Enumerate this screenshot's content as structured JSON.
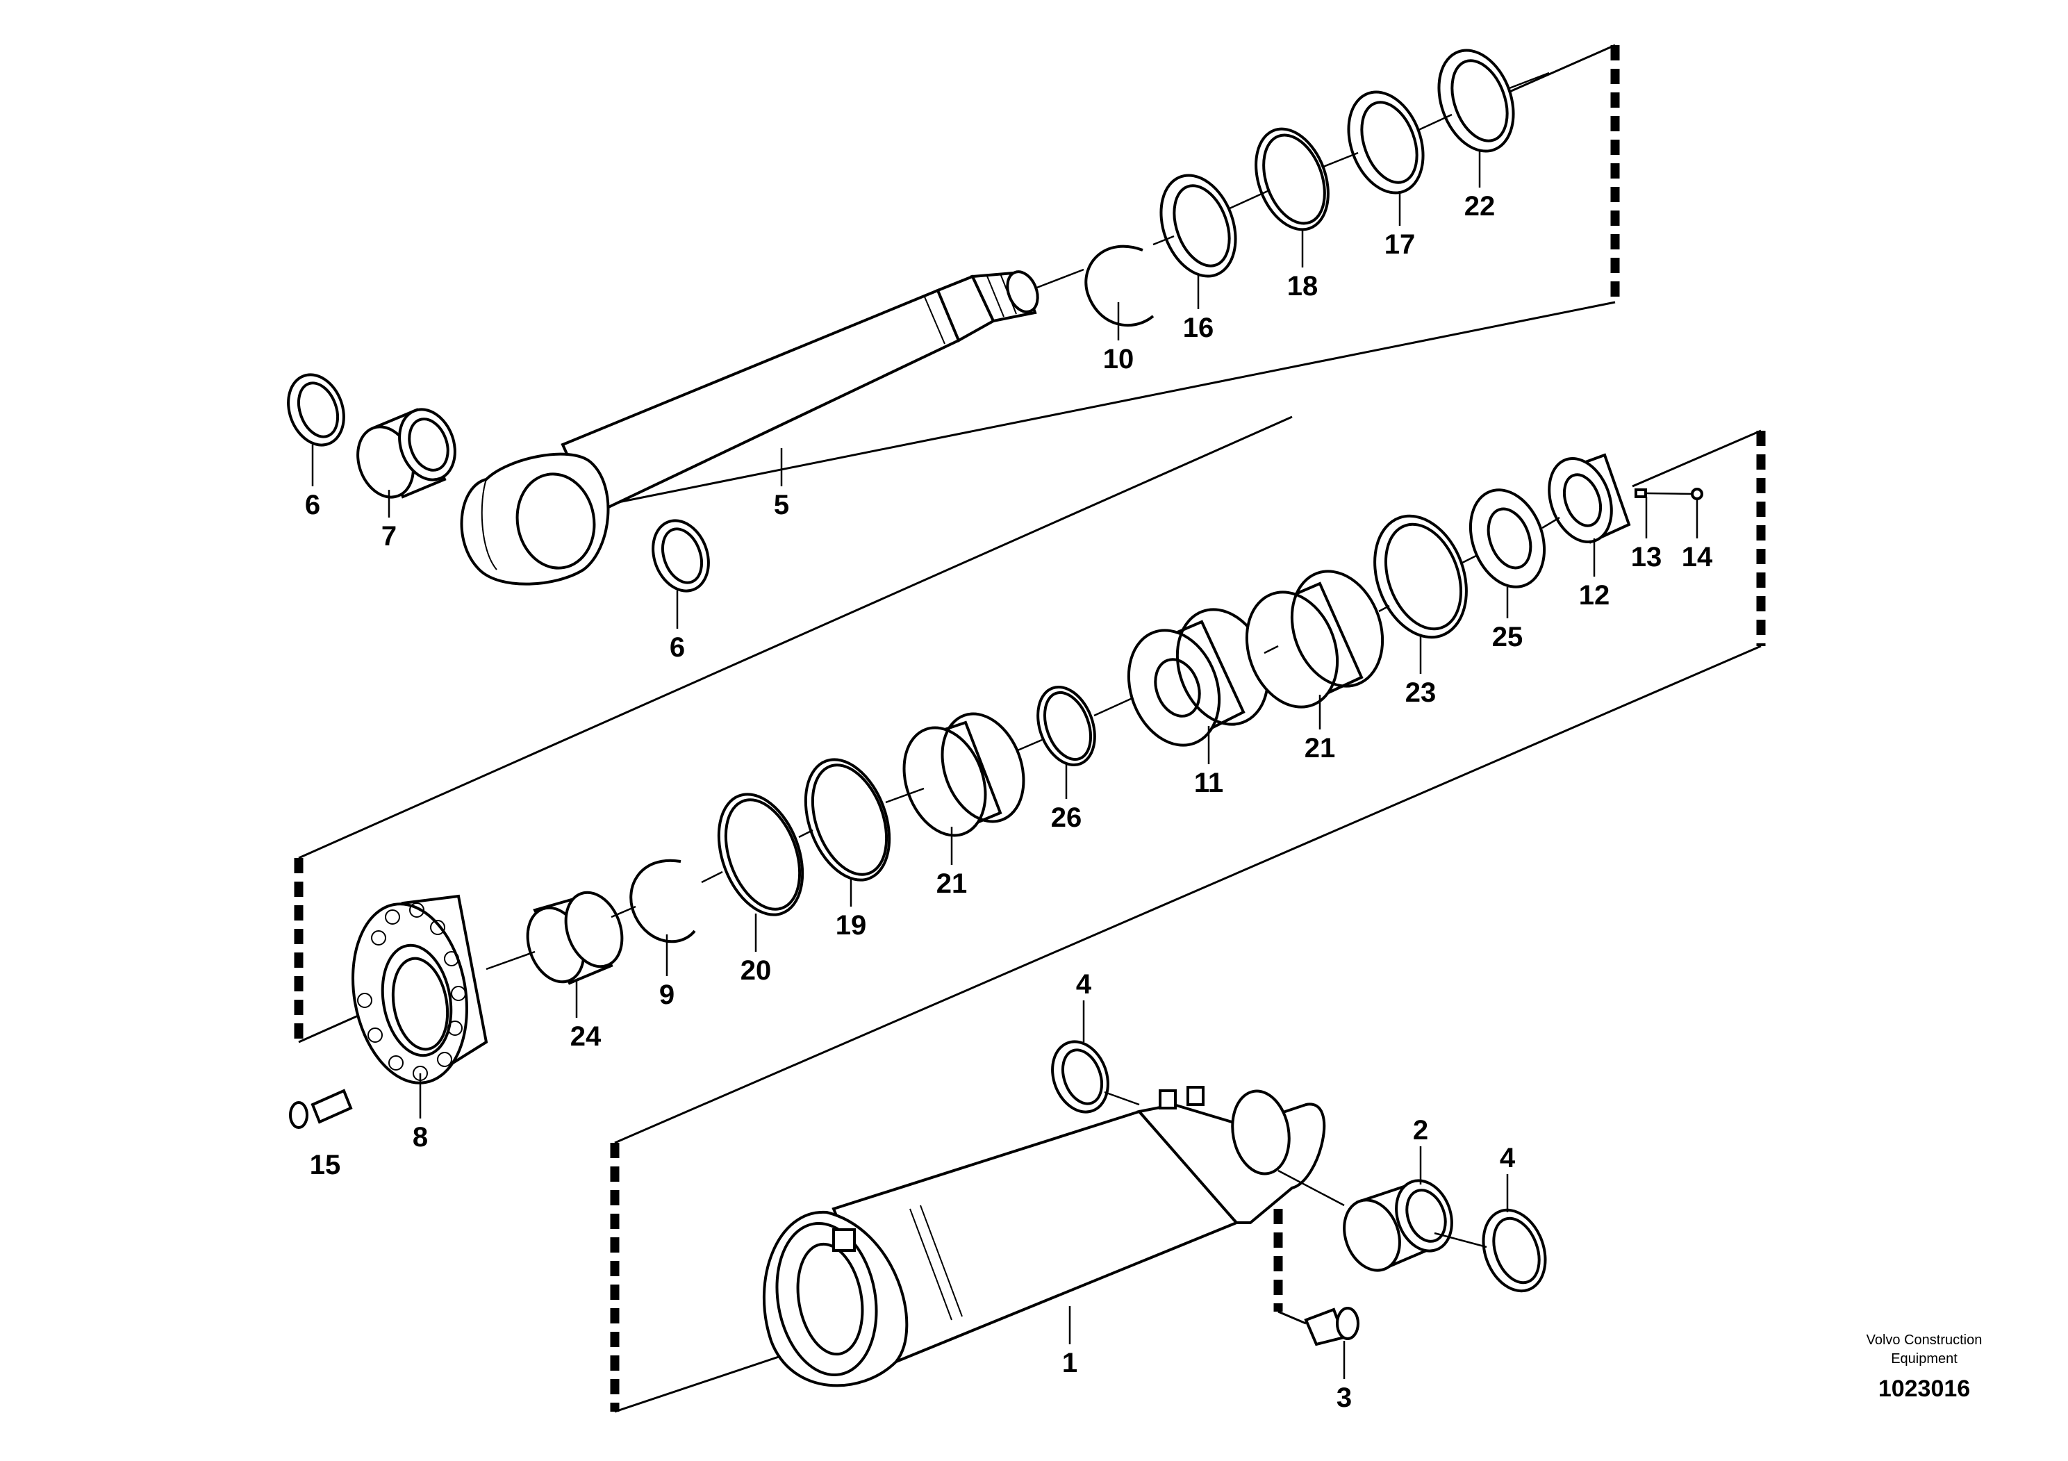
{
  "caption": {
    "line1": "Volvo Construction",
    "line2": "Equipment",
    "drawing_number": "1023016"
  },
  "callouts": [
    {
      "id": "c1",
      "label": "1"
    },
    {
      "id": "c2",
      "label": "2"
    },
    {
      "id": "c3",
      "label": "3"
    },
    {
      "id": "c4a",
      "label": "4"
    },
    {
      "id": "c4b",
      "label": "4"
    },
    {
      "id": "c5",
      "label": "5"
    },
    {
      "id": "c6a",
      "label": "6"
    },
    {
      "id": "c6b",
      "label": "6"
    },
    {
      "id": "c7",
      "label": "7"
    },
    {
      "id": "c8",
      "label": "8"
    },
    {
      "id": "c9",
      "label": "9"
    },
    {
      "id": "c10",
      "label": "10"
    },
    {
      "id": "c11",
      "label": "11"
    },
    {
      "id": "c12",
      "label": "12"
    },
    {
      "id": "c13",
      "label": "13"
    },
    {
      "id": "c14",
      "label": "14"
    },
    {
      "id": "c15",
      "label": "15"
    },
    {
      "id": "c16",
      "label": "16"
    },
    {
      "id": "c17",
      "label": "17"
    },
    {
      "id": "c18",
      "label": "18"
    },
    {
      "id": "c19",
      "label": "19"
    },
    {
      "id": "c20",
      "label": "20"
    },
    {
      "id": "c21a",
      "label": "21"
    },
    {
      "id": "c21b",
      "label": "21"
    },
    {
      "id": "c22",
      "label": "22"
    },
    {
      "id": "c23",
      "label": "23"
    },
    {
      "id": "c24",
      "label": "24"
    },
    {
      "id": "c25",
      "label": "25"
    },
    {
      "id": "c26",
      "label": "26"
    }
  ]
}
